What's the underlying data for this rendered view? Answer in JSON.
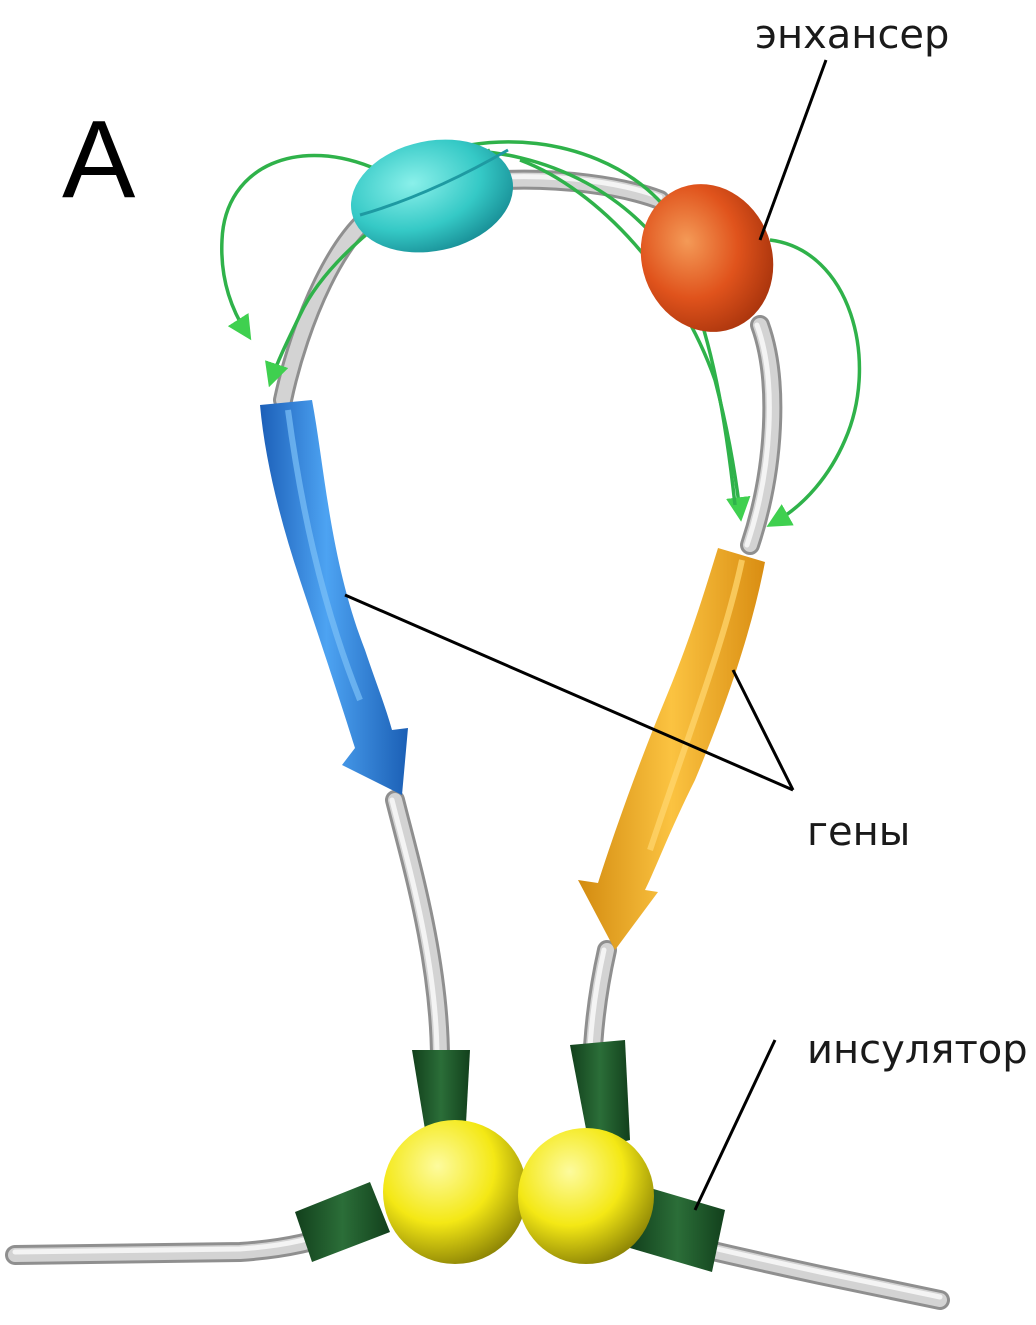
{
  "figure": {
    "panel_letter": "А",
    "labels": {
      "enhancer": "энхансер",
      "genes": "гены",
      "insulator": "инсулятор"
    },
    "colors": {
      "chromatin": "#d3d3d3",
      "gene_left": "#2f80e0",
      "gene_right": "#f2a81c",
      "enhancer_left": "#35c9c6",
      "enhancer_right": "#e0531c",
      "insulator_protein": "#1f5a2a",
      "insulator_ball": "#f4e815",
      "activation_arrows": "#2fb24a"
    },
    "icons": [
      "enhancer-ellipse",
      "gene-arrow",
      "insulator-complex",
      "activation-arrow"
    ]
  }
}
